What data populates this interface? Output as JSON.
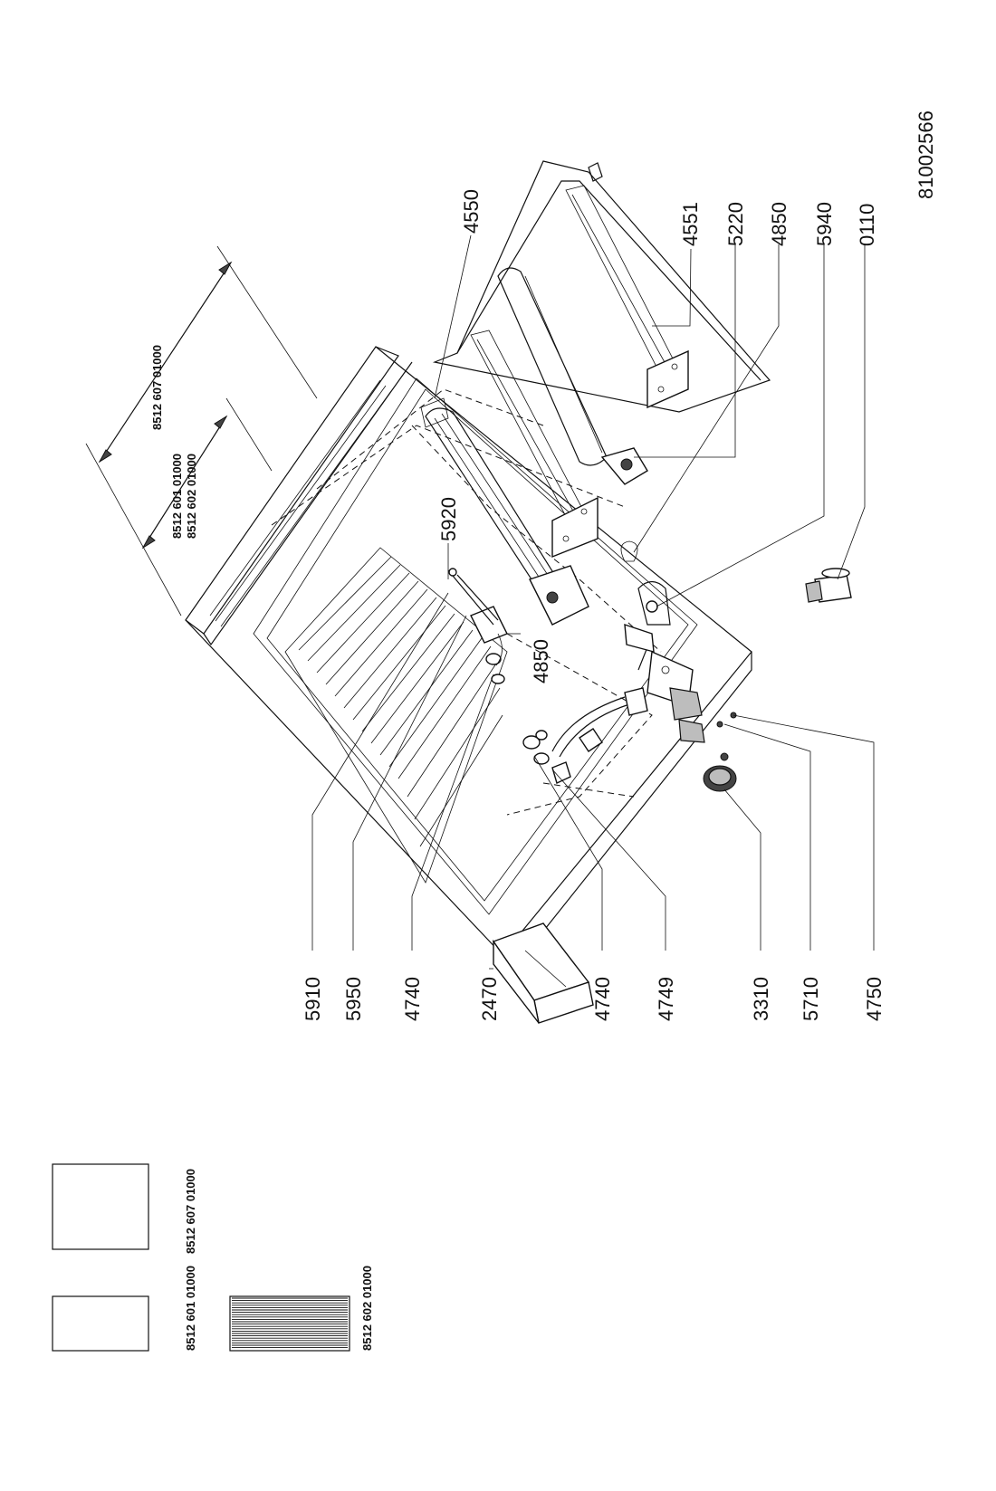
{
  "drawing_number": "81002566",
  "callouts": {
    "c4550": "4550",
    "c4551": "4551",
    "c5220": "5220",
    "c4850a": "4850",
    "c5940": "5940",
    "c0110": "0110",
    "c5920": "5920",
    "c4850b": "4850",
    "c5910": "5910",
    "c5950": "5950",
    "c4740a": "4740",
    "c2470": "2470",
    "c4740b": "4740",
    "c4749": "4749",
    "c3310": "3310",
    "c5710": "5710",
    "c4750": "4750"
  },
  "model_labels": {
    "m607": "8512 607 01000",
    "m601": "8512 601 01000",
    "m602": "8512 602 01000"
  },
  "legend": {
    "smooth_601": "8512 601 01000",
    "smooth_607": "8512 607 01000",
    "ribbed_602": "8512 602 01000"
  }
}
